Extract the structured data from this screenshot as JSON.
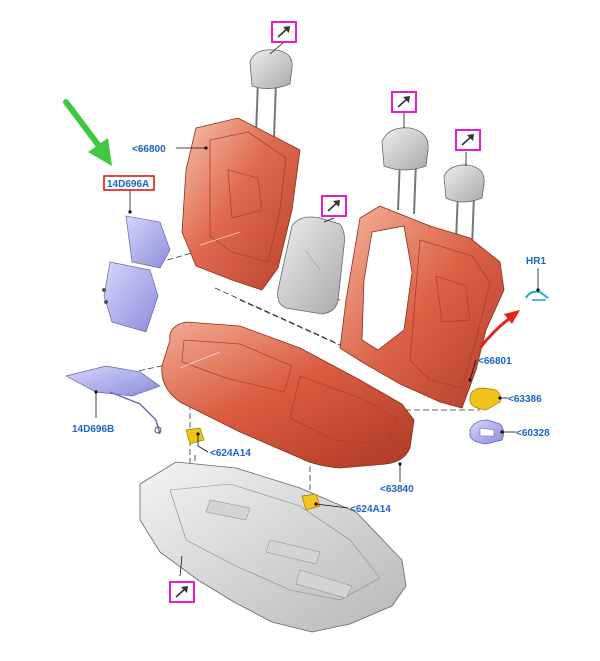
{
  "diagram": {
    "callouts": {
      "backrest_left": "<66800",
      "backrest_right": "<66801",
      "bracket_top_selected": "14D696A",
      "bracket_bottom": "14D696B",
      "cushion": "<63840",
      "clip_upper": "<624A14",
      "clip_lower": "<624A14",
      "yellow_part": "<63386",
      "blue_part": "<60328",
      "hr_part": "HR1"
    },
    "link_icon": "external-link-arrow-icon",
    "colors": {
      "seat_foam": "#d9573e",
      "seat_foam_light": "#f4b79f",
      "highlight_box": "#e21fc8",
      "selected_outline": "#e0151b",
      "label_text": "#1a63c7",
      "green_pointer": "#3ec93e",
      "red_arrow": "#e3241b",
      "headrest_gray": "#c8c8c8",
      "bracket_blue": "#a9a9e8",
      "clip_yellow": "#f2c41a",
      "cyan_part": "#1ab0c8"
    }
  }
}
